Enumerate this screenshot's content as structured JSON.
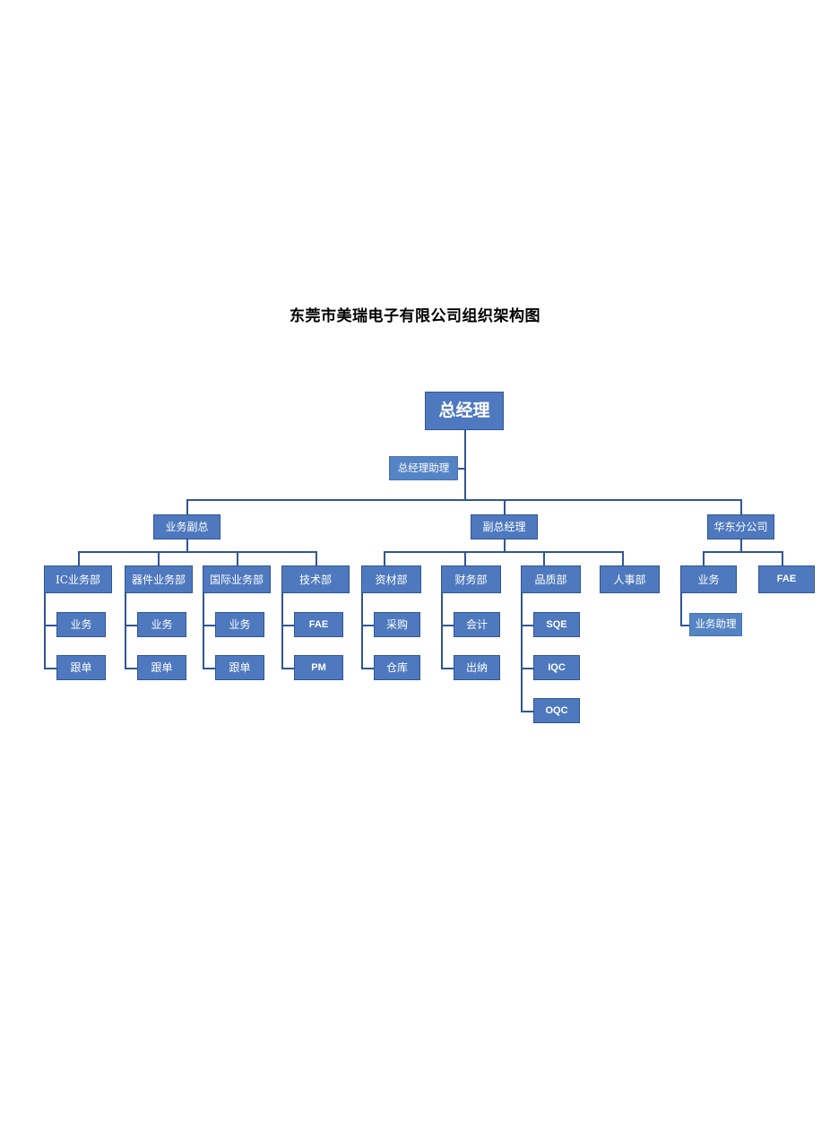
{
  "document": {
    "title": "东莞市美瑞电子有限公司组织架构图",
    "background_color": "#FFFFFF"
  },
  "theme": {
    "box_fill": "#4E79BE",
    "box_border": "#2F5597",
    "line_color": "#2F5597",
    "text_color": "#FFFFFF",
    "title_color": "#000000"
  },
  "chart_data": {
    "type": "diagram",
    "subtype": "organization-chart",
    "title": "东莞市美瑞电子有限公司组织架构图",
    "nodes": {
      "root": "总经理",
      "assistant": "总经理助理",
      "level2": [
        "业务副总",
        "副总经理",
        "华东分公司"
      ],
      "level3_business_vp": [
        "IC业务部",
        "器件业务部",
        "国际业务部",
        "技术部"
      ],
      "level3_deputy_gm": [
        "资材部",
        "财务部",
        "品质部",
        "人事部"
      ],
      "level3_branch": [
        "业务",
        "FAE"
      ],
      "level4": {
        "ic_dept": [
          "业务",
          "跟单"
        ],
        "component_dept": [
          "业务",
          "跟单"
        ],
        "international_dept": [
          "业务",
          "跟单"
        ],
        "tech_dept": [
          "FAE",
          "PM"
        ],
        "material_dept": [
          "采购",
          "仓库"
        ],
        "finance_dept": [
          "会计",
          "出纳"
        ],
        "quality_dept": [
          "SQE",
          "IQC",
          "OQC"
        ],
        "hr_dept": [],
        "branch_sales": [
          "业务助理"
        ],
        "branch_fae": []
      }
    }
  },
  "boxes": {
    "root": "总经理",
    "gm_assistant": "总经理助理",
    "business_vp": "业务副总",
    "deputy_gm": "副总经理",
    "east_branch": "华东分公司",
    "ic_dept": "IC业务部",
    "component_dept": "器件业务部",
    "international_dept": "国际业务部",
    "tech_dept": "技术部",
    "material_dept": "资材部",
    "finance_dept": "财务部",
    "quality_dept": "品质部",
    "hr_dept": "人事部",
    "branch_sales": "业务",
    "branch_fae": "FAE",
    "ic_sales": "业务",
    "ic_merch": "跟单",
    "comp_sales": "业务",
    "comp_merch": "跟单",
    "intl_sales": "业务",
    "intl_merch": "跟单",
    "tech_fae": "FAE",
    "tech_pm": "PM",
    "mat_purchase": "采购",
    "mat_warehouse": "仓库",
    "fin_accounting": "会计",
    "fin_cashier": "出纳",
    "qual_sqe": "SQE",
    "qual_iqc": "IQC",
    "qual_oqc": "OQC",
    "branch_sales_assistant": "业务助理"
  }
}
